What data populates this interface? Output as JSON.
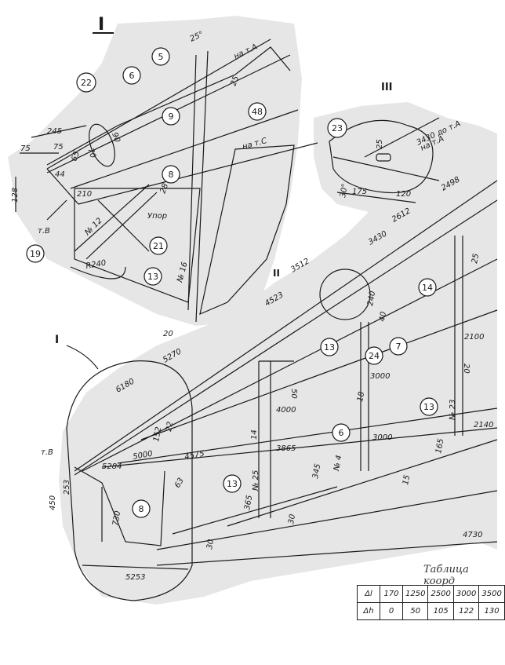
{
  "sheet": {
    "roman_view_I": "I",
    "roman_view_II": "II",
    "roman_view_III": "III",
    "roman_callout_I": "I",
    "roman_callout_II": "II"
  },
  "circled_labels": [
    "5",
    "6",
    "9",
    "48",
    "22",
    "8",
    "21",
    "19",
    "13",
    "23",
    "13",
    "24",
    "7",
    "14",
    "13",
    "6",
    "13",
    "8"
  ],
  "dimension_labels": [
    "25°",
    "на т.А",
    "25",
    "на т.С",
    "245",
    "75",
    "75",
    "90",
    "70",
    "65",
    "44",
    "128",
    "210",
    "28",
    "Упор",
    "т.В",
    "№ 12",
    "R240",
    "№ 16",
    "20",
    "3430 до т.А",
    "на т.А",
    "25",
    "30°",
    "175",
    "120",
    "2612",
    "2498",
    "3430",
    "3512",
    "4523",
    "5270",
    "6180",
    "240",
    "40",
    "50",
    "4000",
    "3000",
    "2100",
    "20",
    "3000",
    "2140",
    "№ 23",
    "3865",
    "14",
    "5000",
    "5284",
    "т.В",
    "4575",
    "152",
    "22",
    "№ 25",
    "365",
    "345",
    "№ 4",
    "165",
    "15",
    "450",
    "253",
    "730",
    "63",
    "30",
    "30",
    "4730",
    "5253",
    "18",
    "25"
  ],
  "table": {
    "title": "Таблица коорд",
    "row1_label": "Δl",
    "row1": [
      "170",
      "1250",
      "2500",
      "3000",
      "3500"
    ],
    "row2_label": "Δh",
    "row2": [
      "0",
      "50",
      "105",
      "122",
      "130"
    ]
  },
  "colors": {
    "paper": "#ffffff",
    "ink": "#1a1a1a",
    "shading": "#e6e6e6"
  }
}
